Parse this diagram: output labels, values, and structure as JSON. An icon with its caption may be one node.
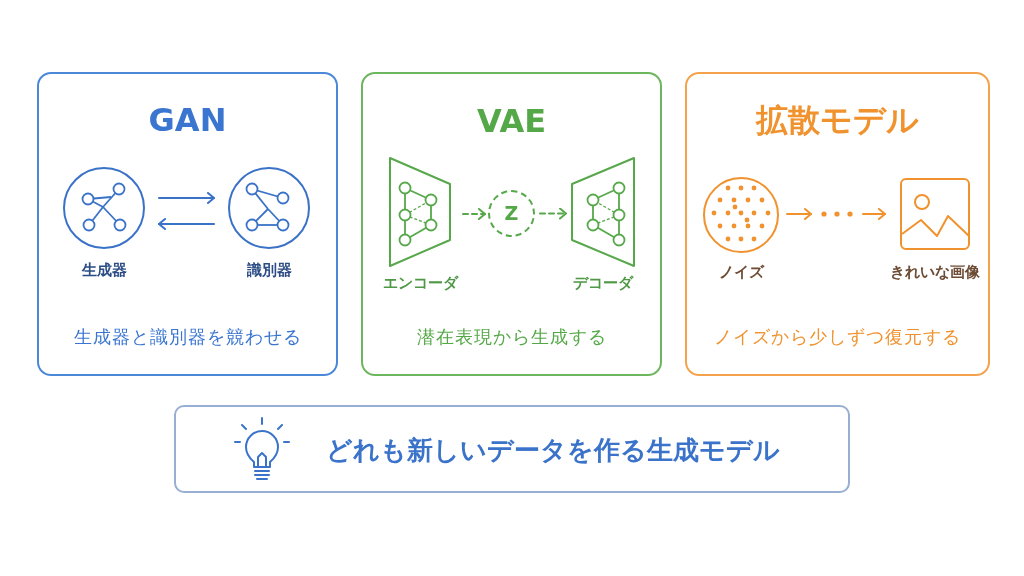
{
  "diagram": {
    "nodes": [
      {
        "text": [
          "GAN",
          "生成器と識別器を競わせる"
        ]
      },
      {
        "text": [
          "生成器"
        ],
        "in": 0
      },
      {
        "text": [
          "識別器"
        ],
        "in": 0
      },
      {
        "text": [
          "VAE",
          "潜在表現から生成する"
        ]
      },
      {
        "text": [
          "エンコーダ"
        ],
        "in": 3
      },
      {
        "text": [
          "Z"
        ],
        "in": 3
      },
      {
        "text": [
          "デコーダ"
        ],
        "in": 3
      },
      {
        "text": [
          "拡散モデル",
          "ノイズから少しずつ復元する"
        ]
      },
      {
        "text": [
          "ノイズ"
        ],
        "in": 7
      },
      {
        "text": [],
        "shape": "dots",
        "in": 7
      },
      {
        "text": [
          "きれいな画像"
        ],
        "in": 7
      },
      {
        "text": [
          "どれも新しいデータを作る生成モデル"
        ]
      }
    ],
    "edges": [
      {
        "from": 1,
        "to": 2,
        "arrow": "to"
      },
      {
        "from": 2,
        "to": 1,
        "arrow": "to"
      },
      {
        "from": 4,
        "to": 5,
        "arrow": "to",
        "style": "dashed",
        "color": "#56a84a"
      },
      {
        "from": 5,
        "to": 6,
        "arrow": "to",
        "style": "dashed",
        "color": "#56a84a"
      },
      {
        "from": 8,
        "to": 9,
        "arrow": "to",
        "color": "#f0922e"
      },
      {
        "from": 9,
        "to": 10,
        "arrow": "to",
        "color": "#f0922e"
      }
    ]
  }
}
